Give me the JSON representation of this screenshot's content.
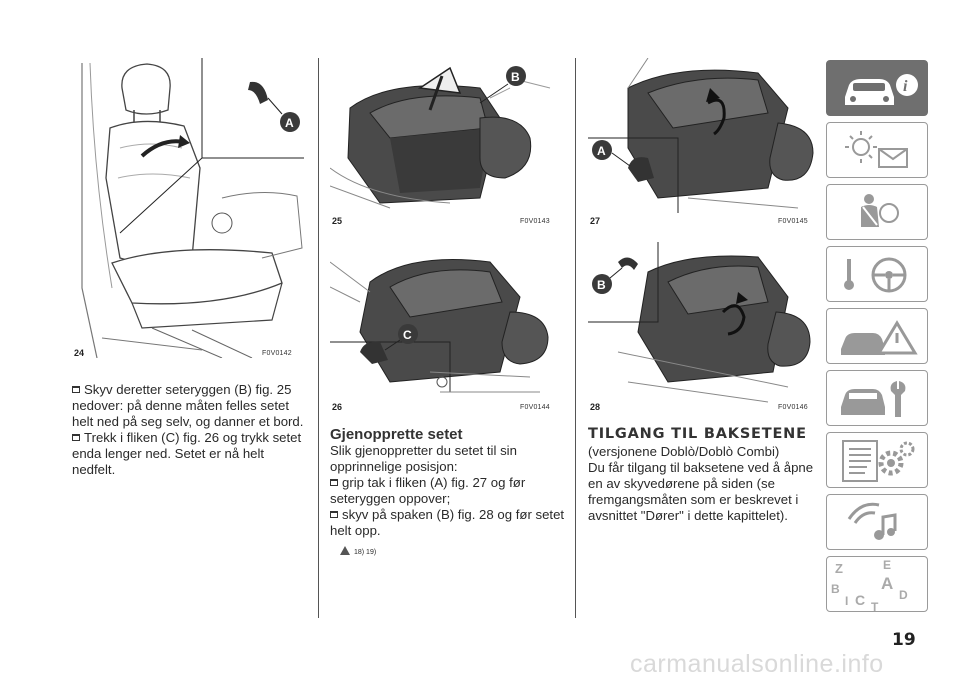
{
  "figures": [
    {
      "number": "24",
      "code": "F0V0142",
      "callouts": [
        "A"
      ]
    },
    {
      "number": "25",
      "code": "F0V0143",
      "callouts": [
        "B"
      ]
    },
    {
      "number": "26",
      "code": "F0V0144",
      "callouts": [
        "C"
      ]
    },
    {
      "number": "27",
      "code": "F0V0145",
      "callouts": [
        "A"
      ]
    },
    {
      "number": "28",
      "code": "F0V0146",
      "callouts": [
        "B"
      ]
    }
  ],
  "column1": {
    "bullets": [
      "Skyv deretter seteryggen (B) fig. 25 nedover: på denne måten felles setet helt ned på seg selv, og danner et bord.",
      "Trekk i fliken (C) fig. 26 og trykk setet enda lenger ned. Setet er nå helt nedfelt."
    ]
  },
  "column2": {
    "heading": "Gjenopprette setet",
    "intro": "Slik gjenoppretter du setet til sin opprinnelige posisjon:",
    "bullets": [
      "grip tak i fliken (A) fig. 27 og før seteryggen oppover;",
      "skyv på spaken (B) fig. 28 og før setet helt opp."
    ],
    "refs": "18)  19)"
  },
  "column3": {
    "heading": "TILGANG TIL BAKSETENE",
    "subtitle": "(versjonene Doblò/Doblò Combi)",
    "paragraph": "Du får tilgang til baksetene ved å åpne en av skyvedørene på siden (se fremgangsmåten som er beskrevet i avsnittet \"Dører\" i dette kapittelet)."
  },
  "nav_tabs": [
    {
      "icon": "car-info-icon",
      "active": true
    },
    {
      "icon": "warning-light-message-icon",
      "active": false
    },
    {
      "icon": "seatbelt-airbag-icon",
      "active": false
    },
    {
      "icon": "key-steering-wheel-icon",
      "active": false
    },
    {
      "icon": "emergency-triangle-car-icon",
      "active": false
    },
    {
      "icon": "car-service-wrench-icon",
      "active": false
    },
    {
      "icon": "technical-data-gear-icon",
      "active": false
    },
    {
      "icon": "multimedia-music-icon",
      "active": false
    },
    {
      "icon": "alphabetical-index-icon",
      "active": false,
      "letters": [
        "Z",
        "E",
        "B",
        "A",
        "C",
        "D",
        "I",
        "T"
      ]
    }
  ],
  "page_number": "19",
  "watermark": "carmanualsonline.info",
  "colors": {
    "active_tab": "#6f6f6f",
    "tab_border": "#9a9a9a",
    "callout": "#3a3a3a"
  }
}
